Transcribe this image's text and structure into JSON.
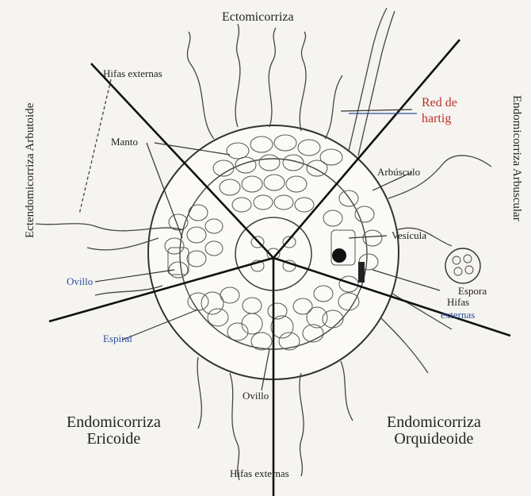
{
  "labels": {
    "ectomicorriza": "Ectomicorriza",
    "hifas_externas_top": "Hifas externas",
    "red_de_hartig_line1": "Red de",
    "red_de_hartig_line2": "hartig",
    "manto": "Manto",
    "arbusculo": "Arbúsculo",
    "vesicula": "Vesícula",
    "espora": "Espora",
    "hifas_externas_right_line1": "Hifas",
    "hifas_externas_right_line2": "externas",
    "ovillo_left": "Ovillo",
    "ovillo_bottom": "Ovillo",
    "espiral": "Espiral",
    "hifas_externas_bottom": "Hifas externas",
    "endo_ericoide_line1": "Endomicorriza",
    "endo_ericoide_line2": "Ericoide",
    "endo_orquideoide_line1": "Endomicorriza",
    "endo_orquideoide_line2": "Orquideoide",
    "ectendo_arbutoide": "Ectendomicorriza Arbutoide",
    "endo_arbuscular": "Endomicorriza Arbuscular"
  }
}
